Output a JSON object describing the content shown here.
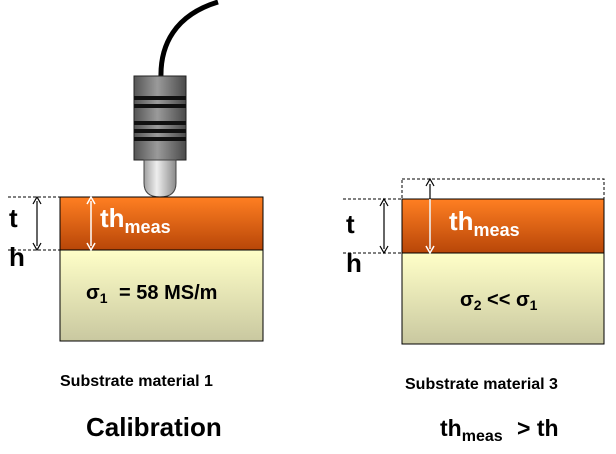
{
  "left": {
    "t": "t",
    "h": "h",
    "coating": {
      "base": "th",
      "sub": "meas"
    },
    "substrate": {
      "sigma": "σ",
      "index": "1",
      "relation": "=  58 MS/m"
    },
    "caption": "Substrate material 1",
    "title": "Calibration"
  },
  "right": {
    "t": "t",
    "h": "h",
    "coating": {
      "base": "th",
      "sub": "meas"
    },
    "substrate": {
      "sigma_a": "σ",
      "index_a": "2",
      "op": "<<",
      "sigma_b": "σ",
      "index_b": "1"
    },
    "caption": "Substrate material 3",
    "result": {
      "base": "th",
      "sub": "meas",
      "relation": "> th"
    }
  },
  "colors": {
    "coating_top": "#ff7f22",
    "coating_bottom": "#b84608",
    "substrate_top": "#ffffc8",
    "substrate_bottom": "#c9c8a0",
    "probe_body": "#6e6e6e",
    "probe_band": "#101010",
    "probe_tip": "#c8c8c8"
  }
}
